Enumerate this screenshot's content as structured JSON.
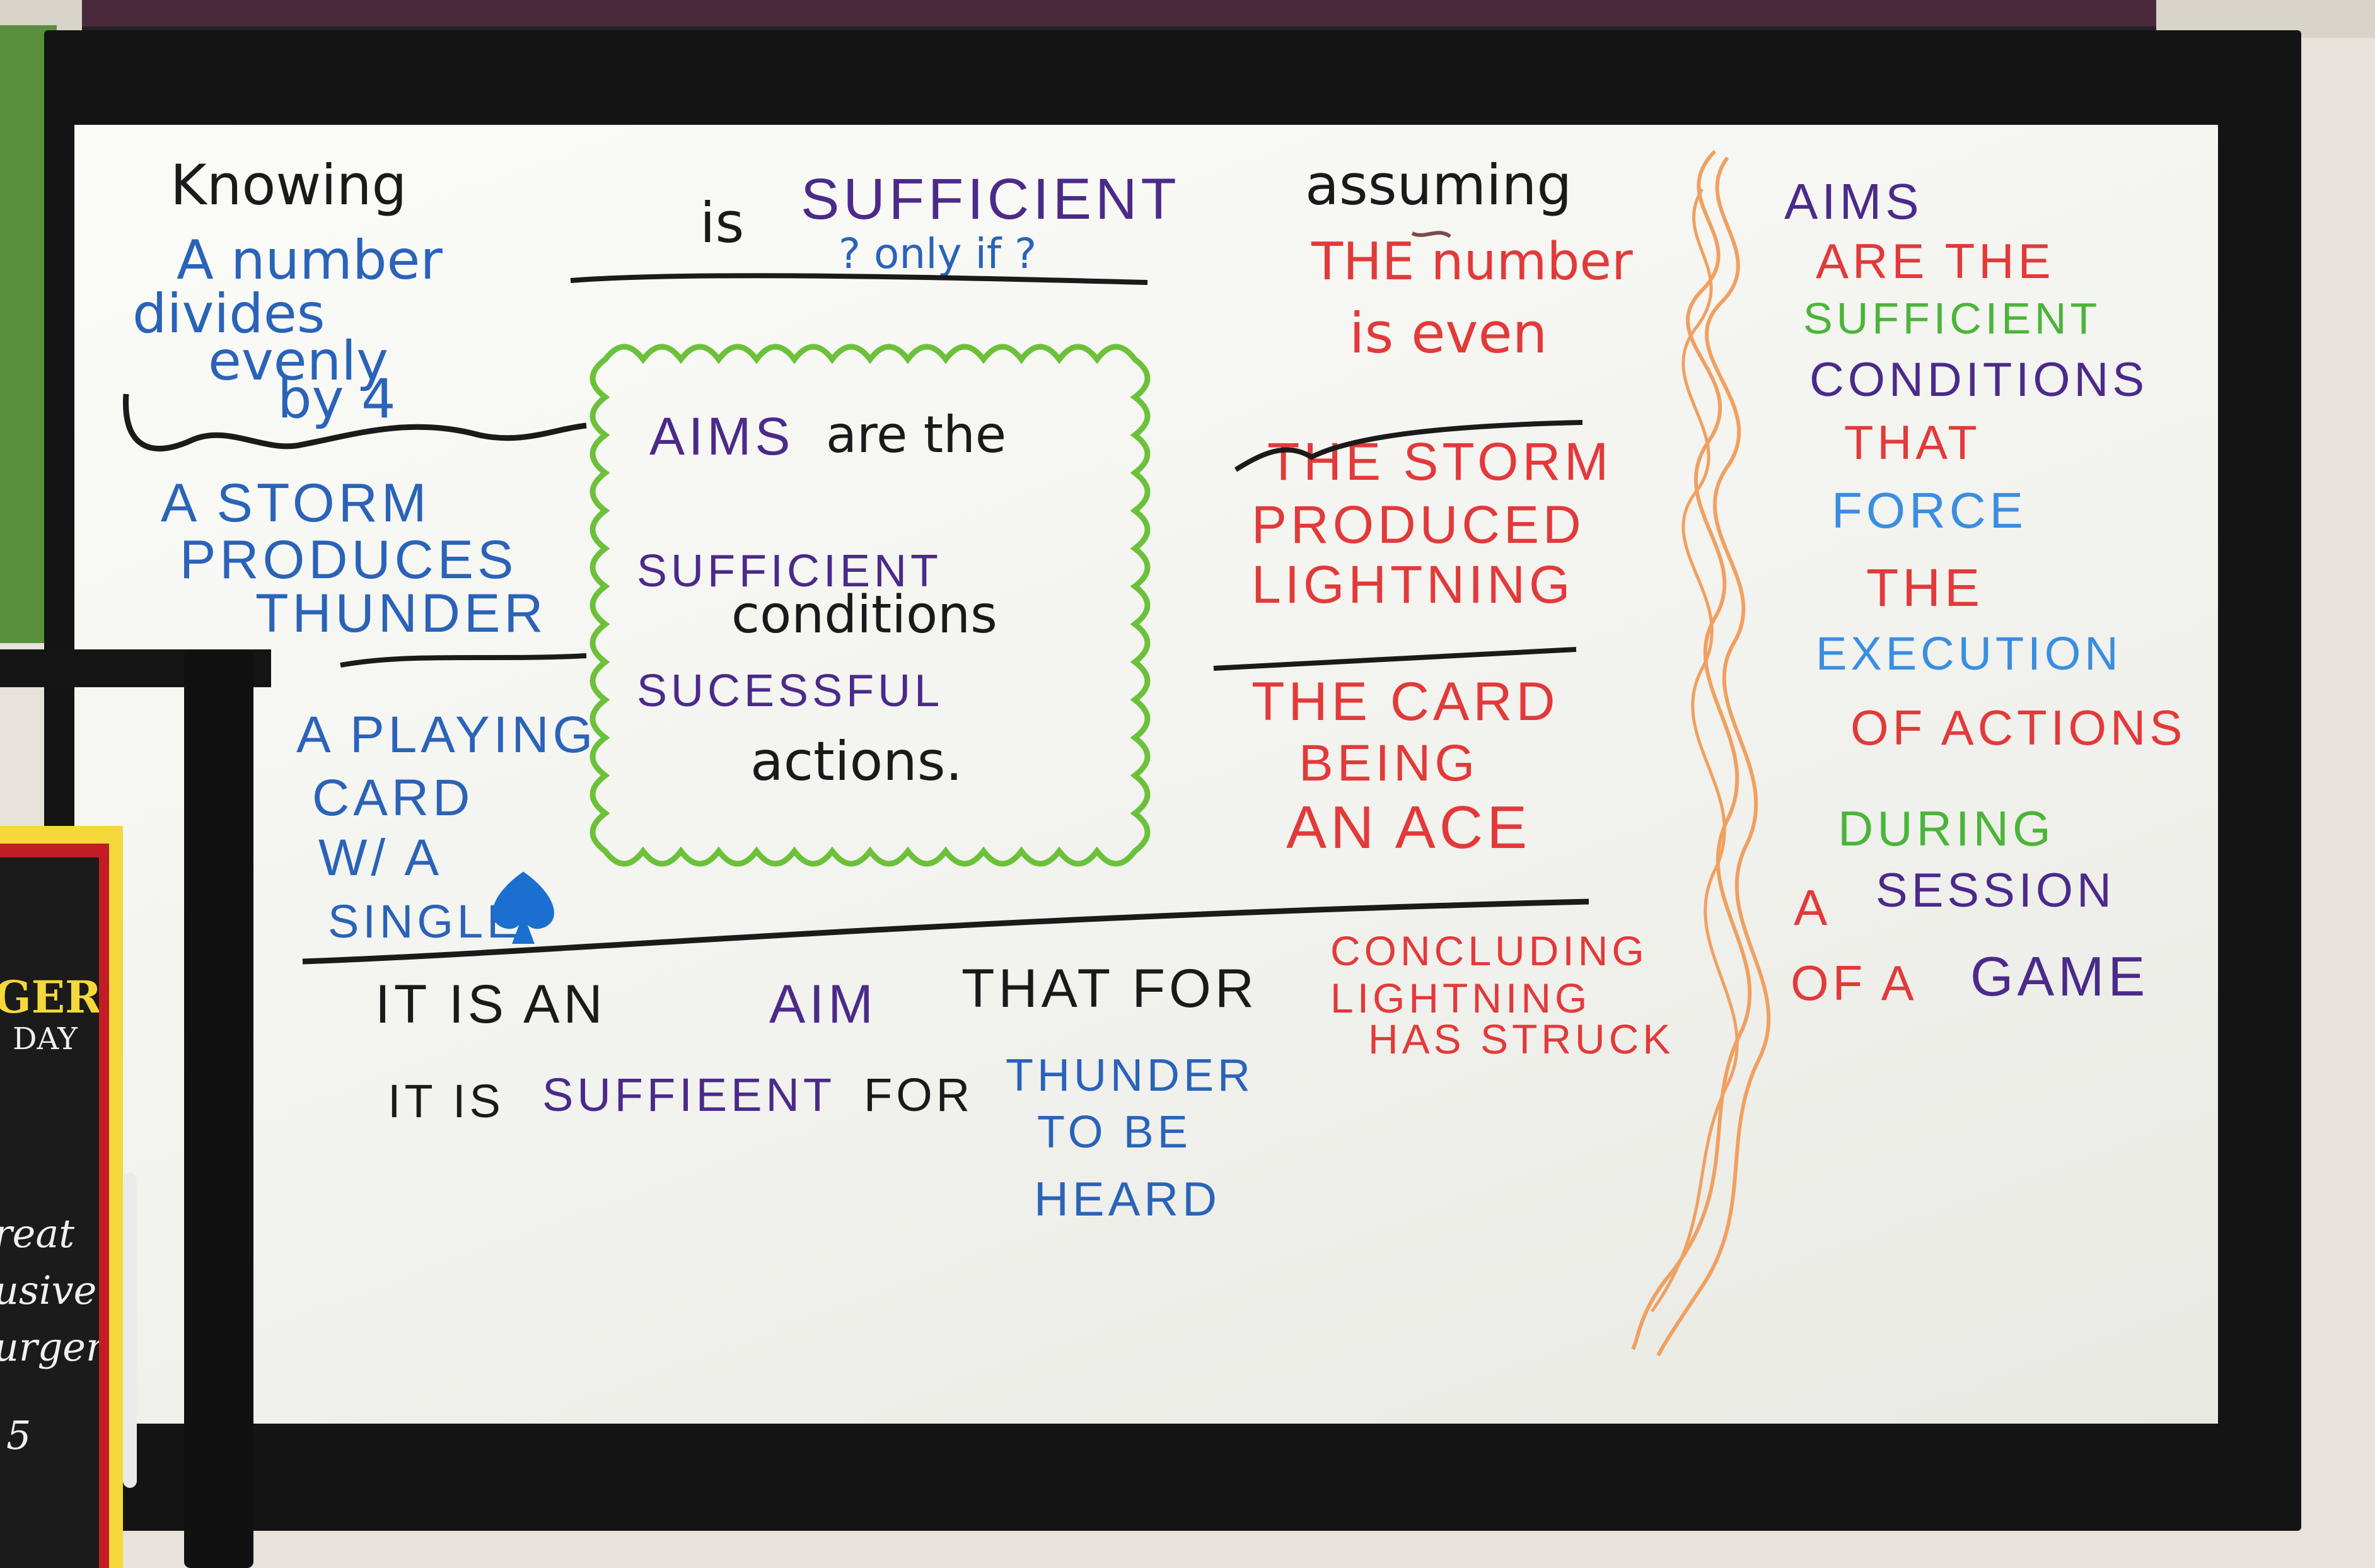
{
  "colors": {
    "black_marker": "#1a1a1a",
    "blue_marker": "#2a63b8",
    "purple_marker": "#4b2a8a",
    "red_marker": "#e23a3a",
    "green_marker": "#6cc13a",
    "orange_marker": "#f0a060",
    "light_blue_marker": "#3a8ee0"
  },
  "header": {
    "knowing": "Knowing",
    "is": "is",
    "sufficient": "SUFFICIENT",
    "only_if": "? only if ?",
    "assuming": "assuming"
  },
  "left_column": {
    "number": [
      "A number",
      "divides",
      "evenly",
      "by 4"
    ],
    "storm": [
      "A STORM",
      "PRODUCES",
      "THUNDER"
    ],
    "card": [
      "A PLAYING",
      "CARD",
      "W/ A",
      "SINGLE"
    ]
  },
  "center_box": {
    "aims": "AIMS",
    "are_the": "are the",
    "sufficient": "SUFFICIENT",
    "conditions": "conditions",
    "successful": "SUCESSFUL",
    "actions": "actions."
  },
  "right_column": {
    "number": [
      "THE number",
      "is even"
    ],
    "storm": [
      "THE STORM",
      "PRODUCED",
      "LIGHTNING"
    ],
    "card": [
      "THE CARD",
      "BEING",
      "AN ACE"
    ],
    "concluding": [
      "CONCLUDING",
      "LIGHTNING",
      "HAS STRUCK"
    ]
  },
  "bottom": {
    "it_is": "IT IS AN",
    "aim": "AIM",
    "that_for": "THAT FOR",
    "it_is2": "IT IS",
    "suffieent": "SUFFIEENT",
    "for": "FOR",
    "thunder": [
      "THUNDER",
      "TO BE",
      "HEARD"
    ]
  },
  "far_right": {
    "aims": "AIMS",
    "are_the": "ARE THE",
    "sufficient": "SUFFICIENT",
    "conditions": "CONDITIONS",
    "that": "THAT",
    "force": "FORCE",
    "the": "THE",
    "execution": "EXECUTION",
    "of_actions": "OF ACTIONS",
    "during": "DURING",
    "a": "A",
    "session": "SESSION",
    "of_a": "OF A",
    "game": "GAME"
  },
  "sign": {
    "lines": [
      "GER",
      "DAY",
      "reat",
      "usive",
      "urger",
      "5"
    ]
  }
}
